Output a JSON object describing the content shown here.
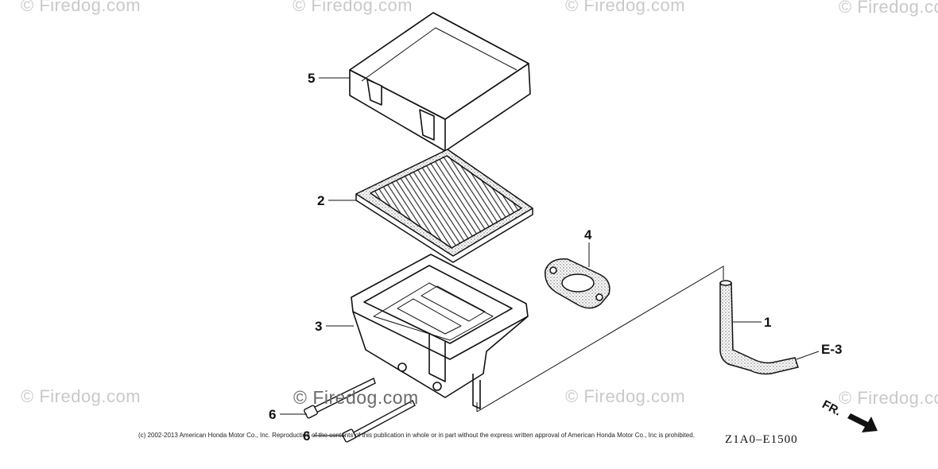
{
  "watermark": {
    "text": "© Firedog.com"
  },
  "callouts": [
    {
      "id": "5",
      "label": "5"
    },
    {
      "id": "2",
      "label": "2"
    },
    {
      "id": "4",
      "label": "4"
    },
    {
      "id": "3",
      "label": "3"
    },
    {
      "id": "1",
      "label": "1"
    },
    {
      "id": "6a",
      "label": "6"
    },
    {
      "id": "6b",
      "label": "6"
    }
  ],
  "reference": "E-3",
  "direction_label": "FR.",
  "copyright": "(c) 2002-2013 American Honda Motor Co., Inc. Reproduction of the contents of this publication in whole or in part without the express written approval of American Honda Motor Co., Inc is prohibited.",
  "diagram_code": "Z1A0–E1500"
}
